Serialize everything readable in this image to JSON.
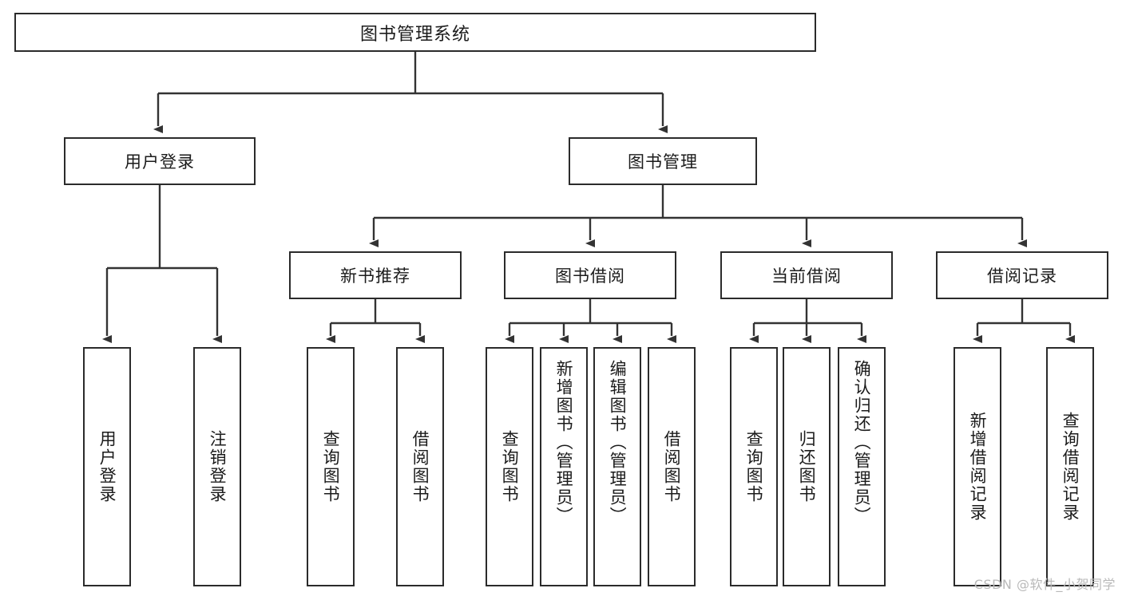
{
  "diagram": {
    "type": "hierarchy-tree",
    "title": "图书管理系统",
    "root": {
      "label": "图书管理系统"
    },
    "level2": [
      {
        "label": "用户登录"
      },
      {
        "label": "图书管理"
      }
    ],
    "level3": [
      {
        "label": "新书推荐"
      },
      {
        "label": "图书借阅"
      },
      {
        "label": "当前借阅"
      },
      {
        "label": "借阅记录"
      }
    ],
    "leaves": {
      "user_login": [
        {
          "label": "用户登录"
        },
        {
          "label": "注销登录"
        }
      ],
      "new_book_recommend": [
        {
          "label": "查询图书"
        },
        {
          "label": "借阅图书"
        }
      ],
      "book_borrow": [
        {
          "label": "查询图书"
        },
        {
          "label": "新增图书（管理员）"
        },
        {
          "label": "编辑图书（管理员）"
        },
        {
          "label": "借阅图书"
        }
      ],
      "current_borrow": [
        {
          "label": "查询图书"
        },
        {
          "label": "归还图书"
        },
        {
          "label": "确认归还（管理员）"
        }
      ],
      "borrow_record": [
        {
          "label": "新增借阅记录"
        },
        {
          "label": "查询借阅记录"
        }
      ]
    }
  },
  "watermark": {
    "text": "CSDN @软件_小贺同学"
  },
  "colors": {
    "box_border": "#2b2b2b",
    "box_fill": "#ffffff",
    "connector": "#333333",
    "text": "#1b1b1b",
    "watermark": "#b9b9b9",
    "background": "#ffffff"
  }
}
